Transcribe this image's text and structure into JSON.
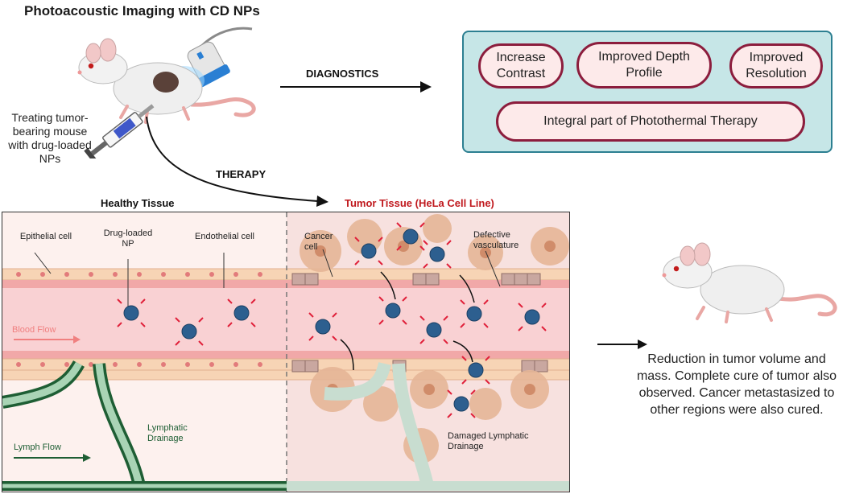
{
  "title": "Photoacoustic Imaging with CD NPs",
  "mouse_caption": "Treating tumor-bearing mouse with drug-loaded NPs",
  "arrows": {
    "diagnostics": "DIAGNOSTICS",
    "therapy": "THERAPY"
  },
  "diagnostics_box": {
    "pills": [
      "Increase Contrast",
      "Improved Depth Profile",
      "Improved Resolution",
      "Integral part of Photothermal Therapy"
    ]
  },
  "sections": {
    "healthy": "Healthy Tissue",
    "tumor": "Tumor Tissue (HeLa Cell Line)"
  },
  "labels": {
    "epithelial": "Epithelial cell",
    "drug_np": "Drug-loaded NP",
    "endothelial": "Endothelial cell",
    "blood_flow": "Blood Flow",
    "lymphatic_drainage": "Lymphatic Drainage",
    "lymph_flow": "Lymph Flow",
    "cancer_cell": "Cancer cell",
    "defective_vasculature": "Defective vasculature",
    "damaged_lymphatic": "Damaged Lymphatic Drainage"
  },
  "outcome": "Reduction in tumor volume and mass. Complete cure of tumor also observed. Cancer metastasized to other regions were also cured.",
  "colors": {
    "box_fill": "#c6e6e7",
    "box_border": "#2c7f91",
    "pill_border": "#8c1d3d",
    "pill_fill": "#fdeaea",
    "tumor_heading": "#c0191e",
    "lymph": "#1e5e34",
    "nanoparticle": "#2d5f8f",
    "ligand": "#e0203a"
  }
}
